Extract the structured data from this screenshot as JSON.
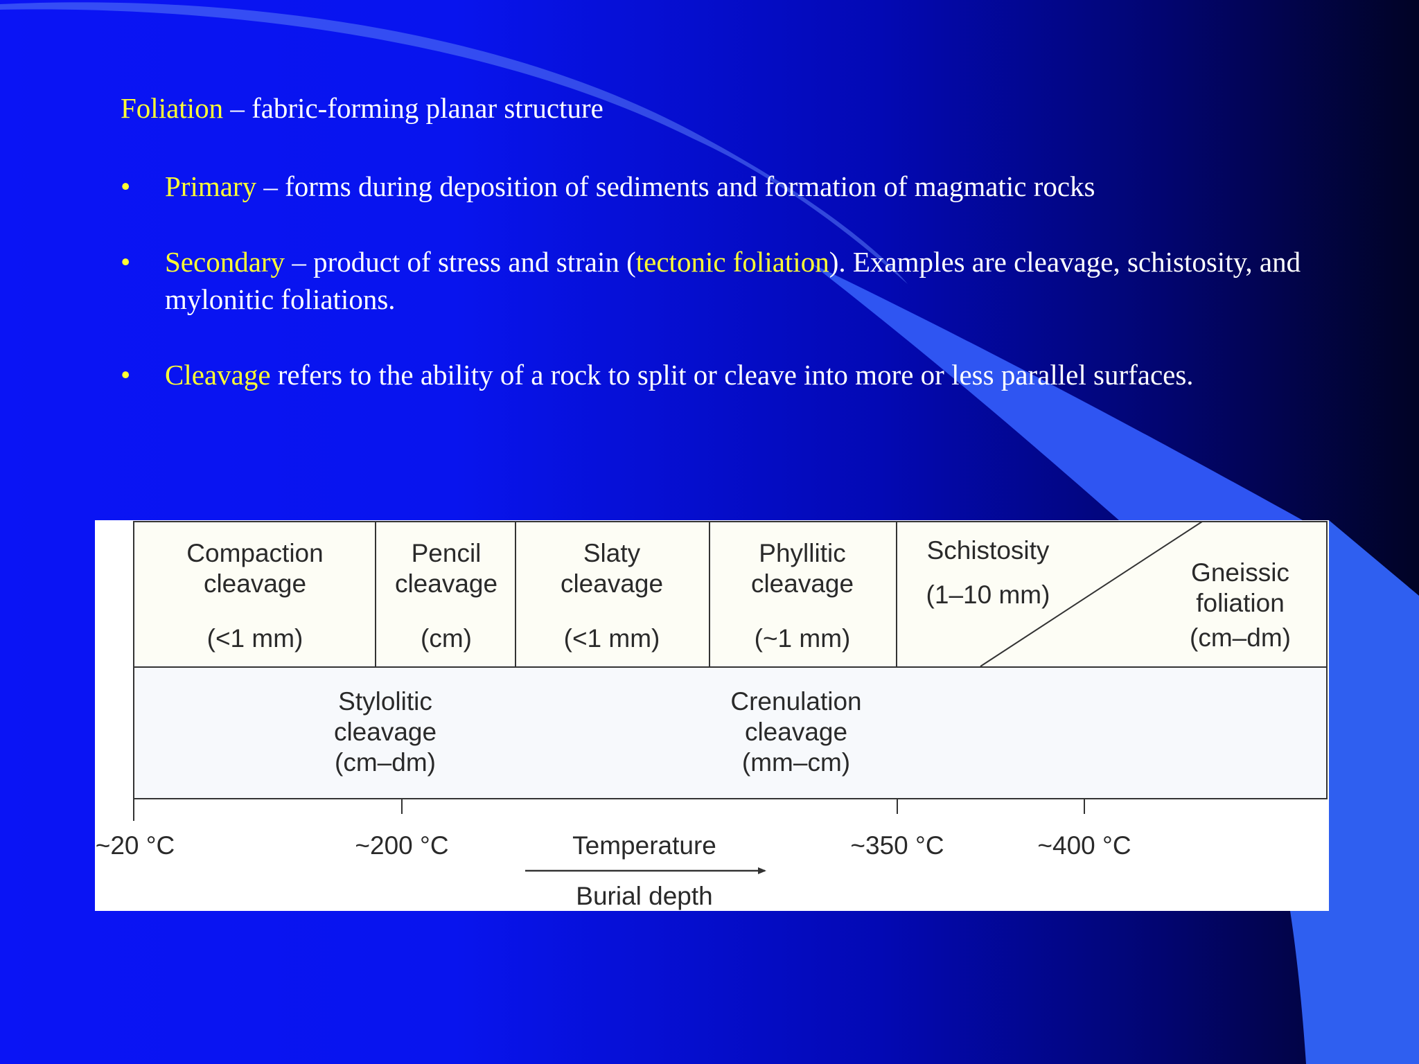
{
  "heading": {
    "term": "Foliation",
    "rest": " – fabric-forming planar structure"
  },
  "bullets": [
    {
      "symbol": "•",
      "term": "Primary",
      "text": " – forms during deposition of sediments and formation of magmatic rocks"
    },
    {
      "symbol": "•",
      "term": "Secondary",
      "text_a": " – product of stress and strain (",
      "term2": "tectonic foliation",
      "text_b": "). Examples are cleavage, schistosity, and mylonitic foliations."
    },
    {
      "symbol": "•",
      "term": "Cleavage",
      "text": " refers to the ability of a rock to split or cleave into more or less parallel surfaces."
    }
  ],
  "diagram": {
    "top_row": [
      {
        "name": "Compaction",
        "sub": "cleavage",
        "size": "(<1 mm)"
      },
      {
        "name": "Pencil",
        "sub": "cleavage",
        "size": "(cm)"
      },
      {
        "name": "Slaty",
        "sub": "cleavage",
        "size": "(<1 mm)"
      },
      {
        "name": "Phyllitic",
        "sub": "cleavage",
        "size": "(~1 mm)"
      },
      {
        "name": "Schistosity",
        "size": "(1–10 mm)"
      },
      {
        "name": "Gneissic",
        "sub": "foliation",
        "size": "(cm–dm)"
      }
    ],
    "bottom_row": [
      {
        "name": "Stylolitic",
        "sub": "cleavage",
        "size": "(cm–dm)"
      },
      {
        "name": "Crenulation",
        "sub": "cleavage",
        "size": "(mm–cm)"
      }
    ],
    "axis": {
      "ticks": [
        "~20 °C",
        "~200 °C",
        "~350 °C",
        "~400 °C"
      ],
      "label_top": "Temperature",
      "label_bottom": "Burial depth"
    },
    "colors": {
      "top_fill": "#fdfdf5",
      "bottom_fill": "#f7f9fc",
      "line": "#333333"
    }
  }
}
